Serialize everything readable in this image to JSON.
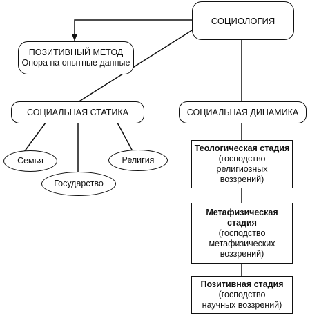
{
  "nodes": {
    "sociology": "СОЦИОЛОГИЯ",
    "positive_method": {
      "title": "ПОЗИТИВНЫЙ МЕТОД",
      "subtitle": "Опора на опытные данные"
    },
    "social_statics": "СОЦИАЛЬНАЯ СТАТИКА",
    "social_dynamics": "СОЦИАЛЬНАЯ ДИНАМИКА",
    "family": "Семья",
    "state": "Государство",
    "religion": "Религия",
    "theological_stage": {
      "title": "Теологическая стадия",
      "line1": "(господство",
      "line2": "религиозных",
      "line3": "воззрений)"
    },
    "metaphysical_stage": {
      "title1": "Метафизическая",
      "title2": "стадия",
      "line1": "(господство",
      "line2": "метафизических",
      "line3": "воззрений)"
    },
    "positive_stage": {
      "title": "Позитивная стадия",
      "line1": "(господство",
      "line2": "научных воззрений)"
    }
  }
}
